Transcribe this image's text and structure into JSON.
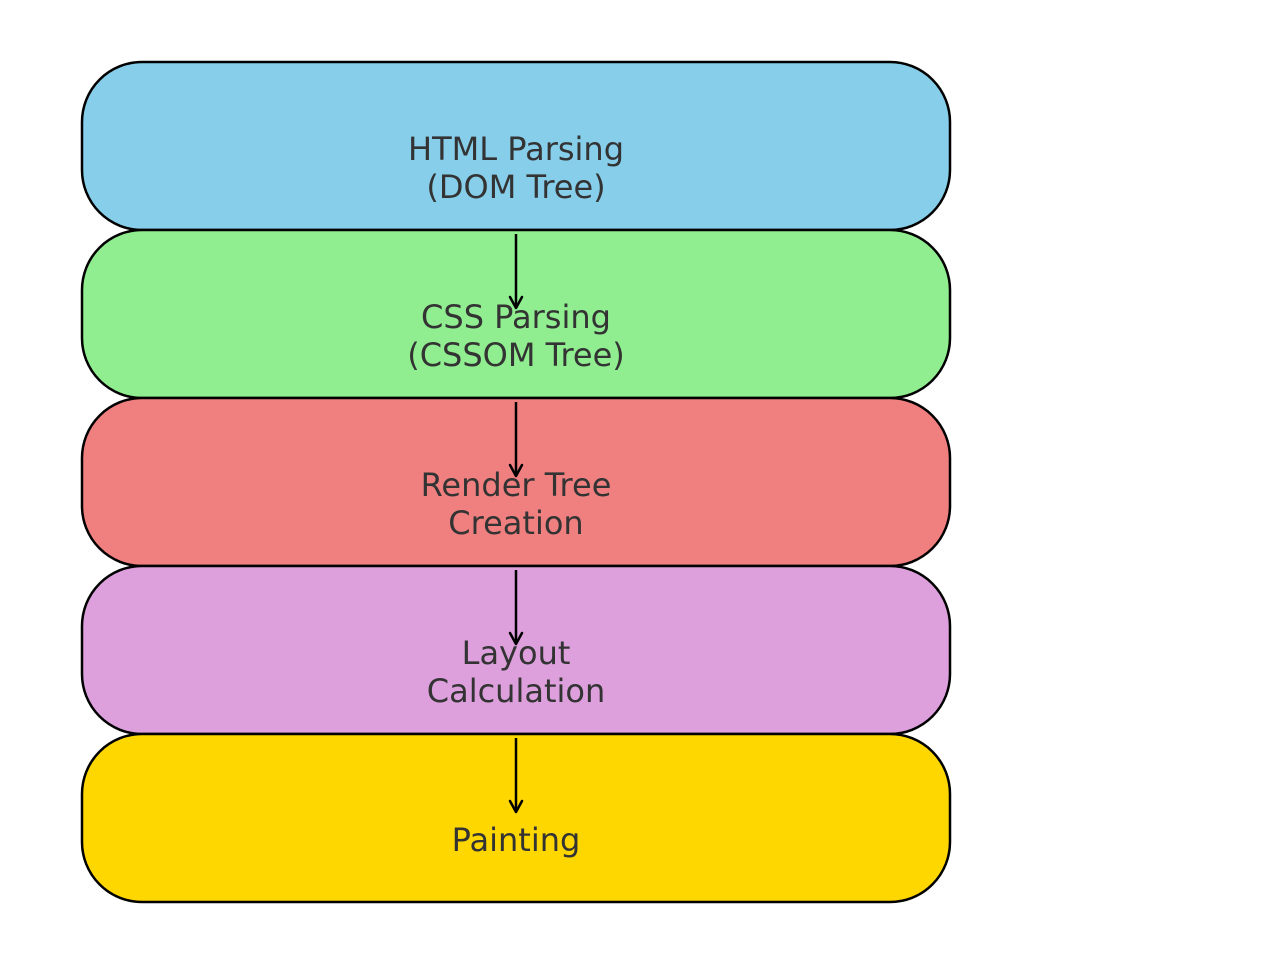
{
  "diagram": {
    "stages": [
      {
        "lines": [
          "HTML Parsing",
          "(DOM Tree)"
        ],
        "color": "#87CEEB"
      },
      {
        "lines": [
          "CSS Parsing",
          "(CSSOM Tree)"
        ],
        "color": "#90EE90"
      },
      {
        "lines": [
          "Render Tree",
          "Creation"
        ],
        "color": "#F08080"
      },
      {
        "lines": [
          "Layout",
          "Calculation"
        ],
        "color": "#DDA0DD"
      },
      {
        "lines": [
          "Painting"
        ],
        "color": "#FFD700"
      }
    ],
    "border_color": "#000000",
    "text_color": "#333333",
    "arrow_color": "#000000"
  }
}
